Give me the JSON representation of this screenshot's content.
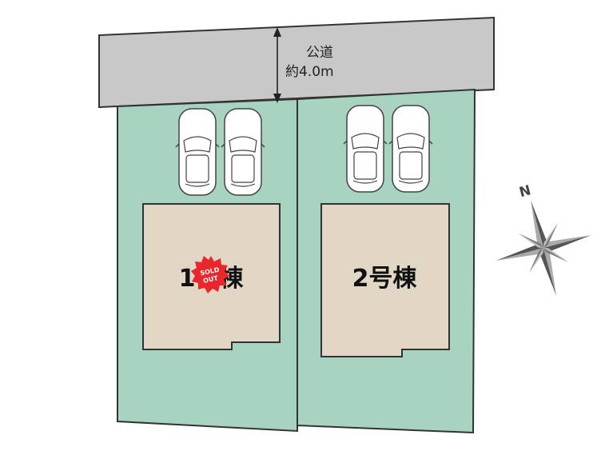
{
  "road": {
    "name": "公道",
    "width": "約4.0m"
  },
  "lots": [
    {
      "label": "1号棟",
      "sold_out": true
    },
    {
      "label": "2号棟",
      "sold_out": false
    }
  ],
  "sold_badge": {
    "line1": "SOLD",
    "line2": "OUT"
  },
  "compass": {
    "north_label": "N"
  },
  "colors": {
    "road": "#c8c8c8",
    "lot": "#a8d3c0",
    "building": "#e1d7c4",
    "badge": "#e8262b",
    "outline": "#333333"
  }
}
